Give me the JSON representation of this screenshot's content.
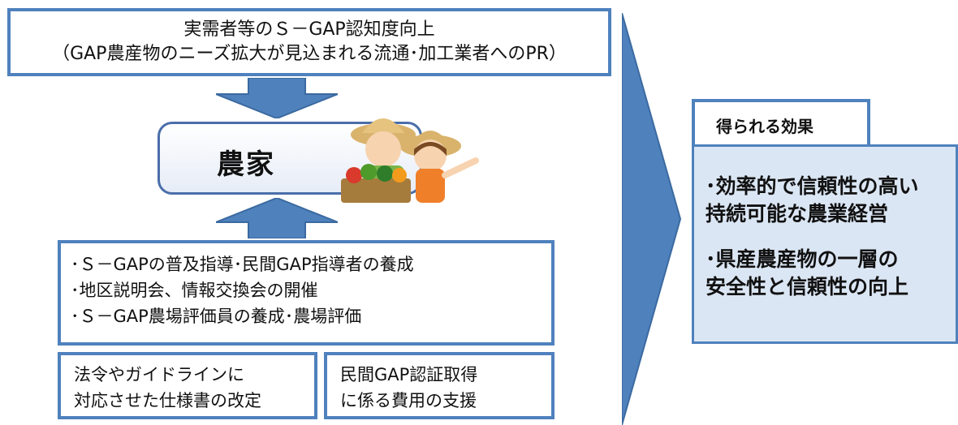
{
  "top_box": {
    "line1": "実需者等のＳ－GAP認知度向上",
    "line2": "（GAP農産物のニーズ拡大が見込まれる流通･加工業者へのPR）"
  },
  "farmer_label": "農家",
  "support_box": {
    "items": [
      "･Ｓ－GAPの普及指導･民間GAP指導者の養成",
      "･地区説明会、情報交換会の開催",
      "･Ｓ－GAP農場評価員の養成･農場評価"
    ]
  },
  "small_box_1": {
    "line1": "法令やガイドラインに",
    "line2": "対応させた仕様書の改定"
  },
  "small_box_2": {
    "line1": "民間GAP認証取得",
    "line2": "に係る費用の支援"
  },
  "effects": {
    "header": "得られる効果",
    "item1_line1": "･効率的で信頼性の高い",
    "item1_line2": "持続可能な農業経営",
    "item2_line1": "･県産農産物の一層の",
    "item2_line2": "安全性と信頼性の向上"
  },
  "colors": {
    "box_border": "#4f81bd",
    "arrow_fill": "#4f81bd",
    "effect_fill": "#dbe6f4"
  }
}
